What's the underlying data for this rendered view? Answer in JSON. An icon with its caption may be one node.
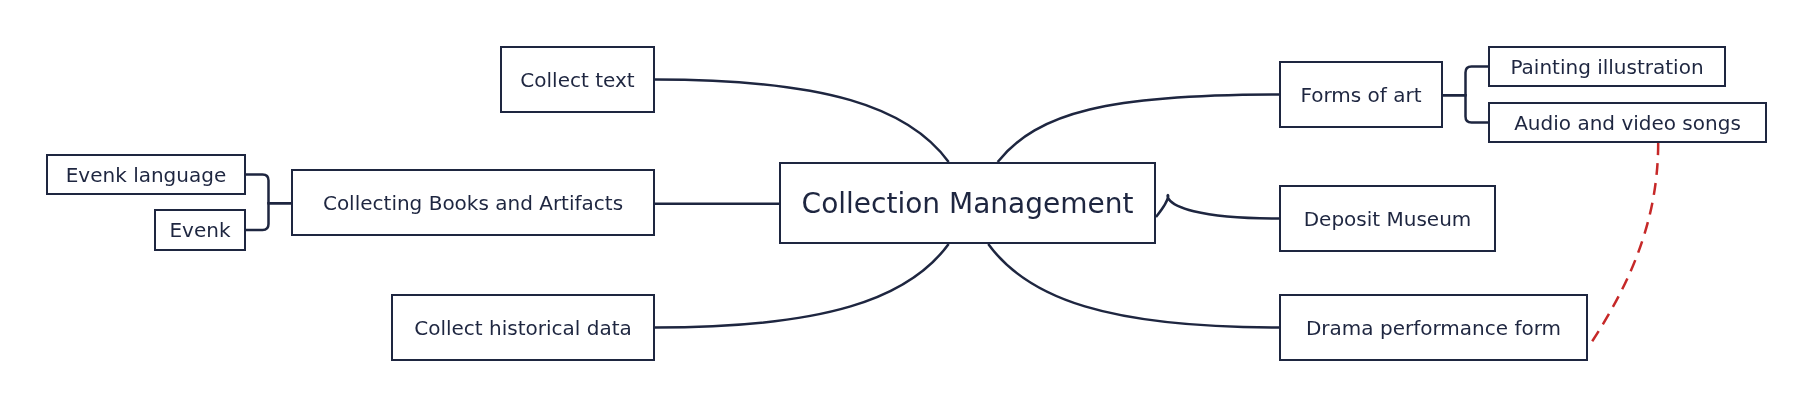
{
  "diagram": {
    "nodes": [
      {
        "text": [
          "Collection Management"
        ]
      },
      {
        "text": [
          "Collect text"
        ]
      },
      {
        "text": [
          "Collecting Books and Artifacts"
        ]
      },
      {
        "text": [
          "Evenk language"
        ]
      },
      {
        "text": [
          "Evenk"
        ]
      },
      {
        "text": [
          "Collect historical data"
        ]
      },
      {
        "text": [
          "Forms of art"
        ]
      },
      {
        "text": [
          "Painting illustration"
        ]
      },
      {
        "text": [
          "Audio and video songs"
        ]
      },
      {
        "text": [
          "Deposit Museum"
        ]
      },
      {
        "text": [
          "Drama performance form"
        ]
      }
    ],
    "edges": [
      {
        "from": 0,
        "to": 1,
        "arrow": "none"
      },
      {
        "from": 0,
        "to": 2,
        "arrow": "none"
      },
      {
        "from": 0,
        "to": 5,
        "arrow": "none"
      },
      {
        "from": 0,
        "to": 6,
        "arrow": "none"
      },
      {
        "from": 0,
        "to": 9,
        "arrow": "none"
      },
      {
        "from": 0,
        "to": 10,
        "arrow": "none"
      },
      {
        "from": 2,
        "to": 3,
        "arrow": "none"
      },
      {
        "from": 2,
        "to": 4,
        "arrow": "none"
      },
      {
        "from": 6,
        "to": 7,
        "arrow": "none"
      },
      {
        "from": 6,
        "to": 8,
        "arrow": "none"
      },
      {
        "from": 8,
        "to": 10,
        "arrow": "none",
        "style": "dashed",
        "color": "#c62828"
      }
    ]
  }
}
